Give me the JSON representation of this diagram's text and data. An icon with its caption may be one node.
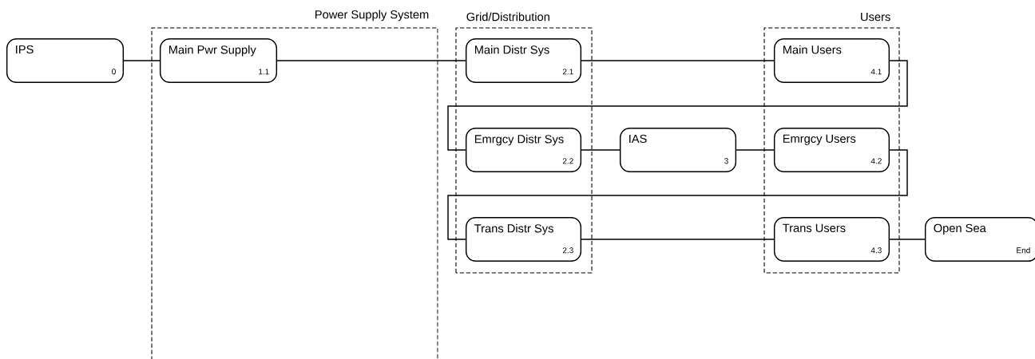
{
  "diagram": {
    "nodes": [
      {
        "text": [
          "IPS",
          "0"
        ]
      },
      {
        "text": [
          "Power Supply System"
        ]
      },
      {
        "text": [
          "Main Pwr Supply",
          "1.1"
        ],
        "in": 1
      },
      {
        "text": [
          "Grid/Distribution"
        ]
      },
      {
        "text": [
          "Main Distr Sys",
          "2.1"
        ],
        "in": 3
      },
      {
        "text": [
          "Emrgcy Distr Sys",
          "2.2"
        ],
        "in": 3
      },
      {
        "text": [
          "Trans Distr Sys",
          "2.3"
        ],
        "in": 3
      },
      {
        "text": [
          "IAS",
          "3"
        ]
      },
      {
        "text": [
          "Users"
        ]
      },
      {
        "text": [
          "Main Users",
          "4.1"
        ],
        "in": 8
      },
      {
        "text": [
          "Emrgcy Users",
          "4.2"
        ],
        "in": 8
      },
      {
        "text": [
          "Trans Users",
          "4.3"
        ],
        "in": 8
      },
      {
        "text": [
          "Open Sea",
          "End"
        ]
      }
    ],
    "edges": [
      {
        "from": 0,
        "to": 2,
        "arrow": "none"
      },
      {
        "from": 2,
        "to": 4,
        "arrow": "none"
      },
      {
        "from": 4,
        "to": 9,
        "arrow": "none"
      },
      {
        "from": 9,
        "to": 5,
        "arrow": "none"
      },
      {
        "from": 5,
        "to": 7,
        "arrow": "none"
      },
      {
        "from": 7,
        "to": 10,
        "arrow": "none"
      },
      {
        "from": 10,
        "to": 6,
        "arrow": "none"
      },
      {
        "from": 6,
        "to": 11,
        "arrow": "none"
      },
      {
        "from": 11,
        "to": 12,
        "arrow": "none"
      }
    ]
  }
}
